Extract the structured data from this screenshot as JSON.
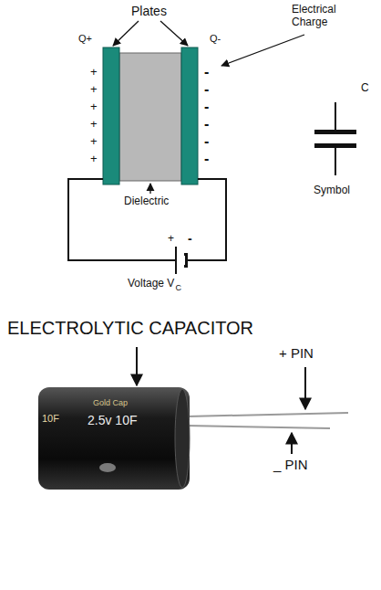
{
  "diagram": {
    "labels": [
      "Plates",
      "Electrical Charge",
      "Q+",
      "Q-",
      "+",
      "+",
      "+",
      "+",
      "+",
      "+",
      "-",
      "-",
      "-",
      "-",
      "-",
      "-",
      "Dielectric",
      "+",
      "-",
      "C",
      "Symbol",
      "Voltage V",
      "C",
      "ELECTROLYTIC CAPACITOR",
      "+ PIN",
      "_ PIN",
      "10F",
      "Gold Cap",
      "2.5v 10F"
    ]
  }
}
